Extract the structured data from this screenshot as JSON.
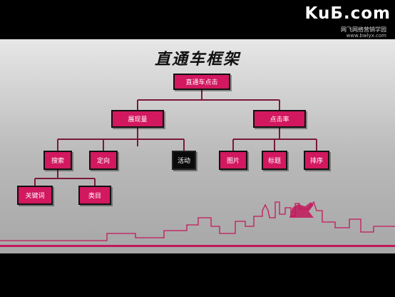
{
  "logo": {
    "main": "KuБ.com",
    "sub1": "网飞网络营销学园",
    "sub2": "www.bwlyx.com"
  },
  "slide": {
    "title": "直通车框架",
    "nodes": {
      "root": "直通车点击",
      "show": "展现量",
      "ctr": "点击率",
      "search": "搜索",
      "target": "定向",
      "activity": "活动",
      "image": "图片",
      "headline": "标题",
      "ranking": "排序",
      "keyword": "关键词",
      "category": "类目"
    }
  },
  "colors": {
    "node_fill": "#d2185f",
    "node_border": "#111111",
    "connector": "#7a1a3a",
    "accent_line": "#c2185b"
  }
}
